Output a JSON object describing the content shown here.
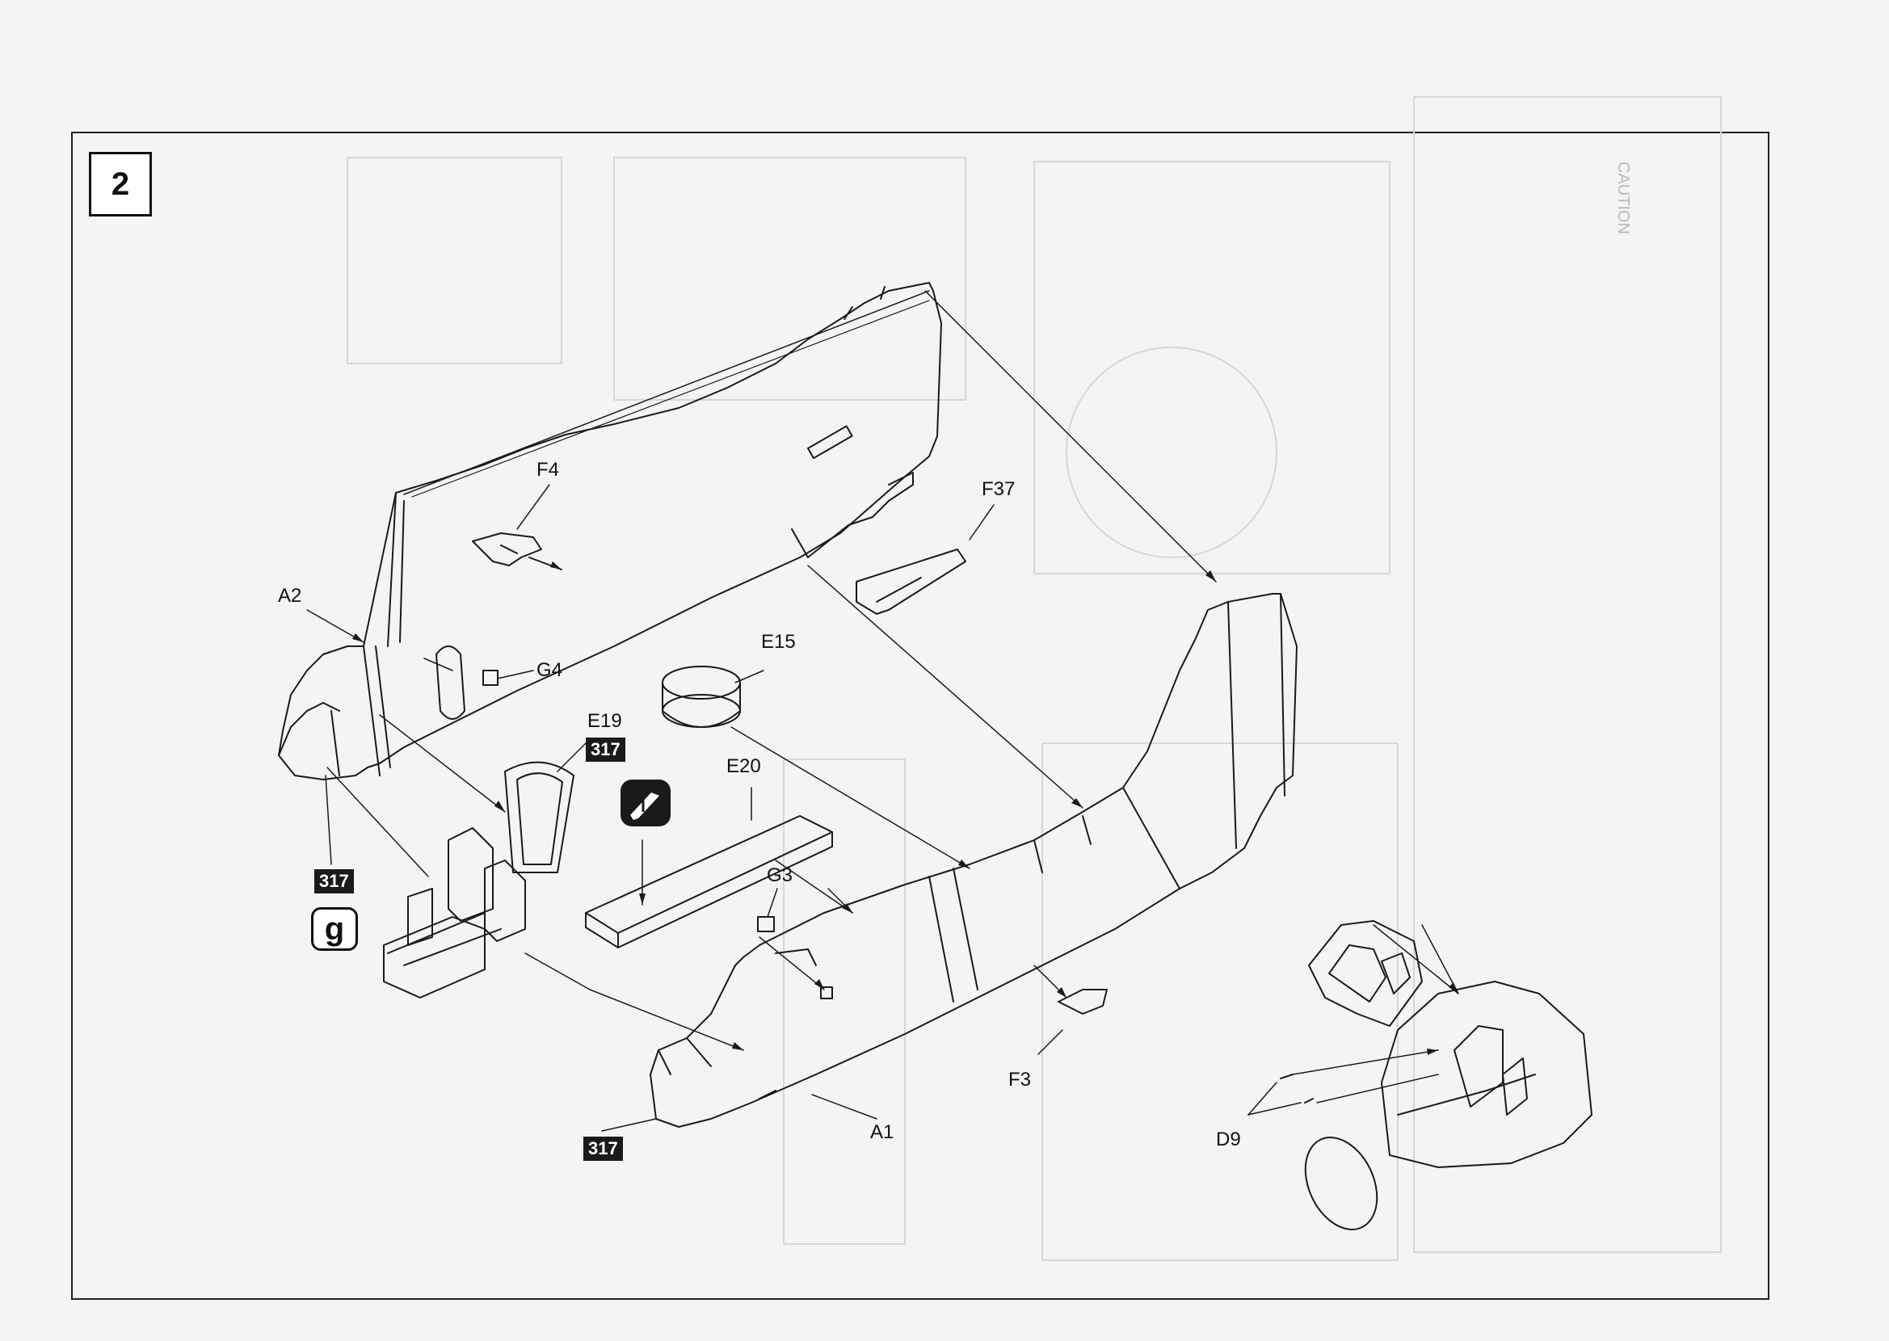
{
  "step": {
    "number": "2"
  },
  "labels": {
    "f4": "F4",
    "a2": "A2",
    "g4": "G4",
    "f37": "F37",
    "e15": "E15",
    "e19": "E19",
    "e20": "E20",
    "g3": "G3",
    "f3": "F3",
    "a1": "A1",
    "d9": "D9"
  },
  "paint_codes": {
    "e19_code": "317",
    "a2_code": "317",
    "a1_code": "317"
  },
  "icons": {
    "glue_letter": "g",
    "glue_icon": "glue-icon",
    "paint_brush_icon": "paint-brush-icon"
  },
  "bleed_text": {
    "right_heading": "CAUTION"
  }
}
